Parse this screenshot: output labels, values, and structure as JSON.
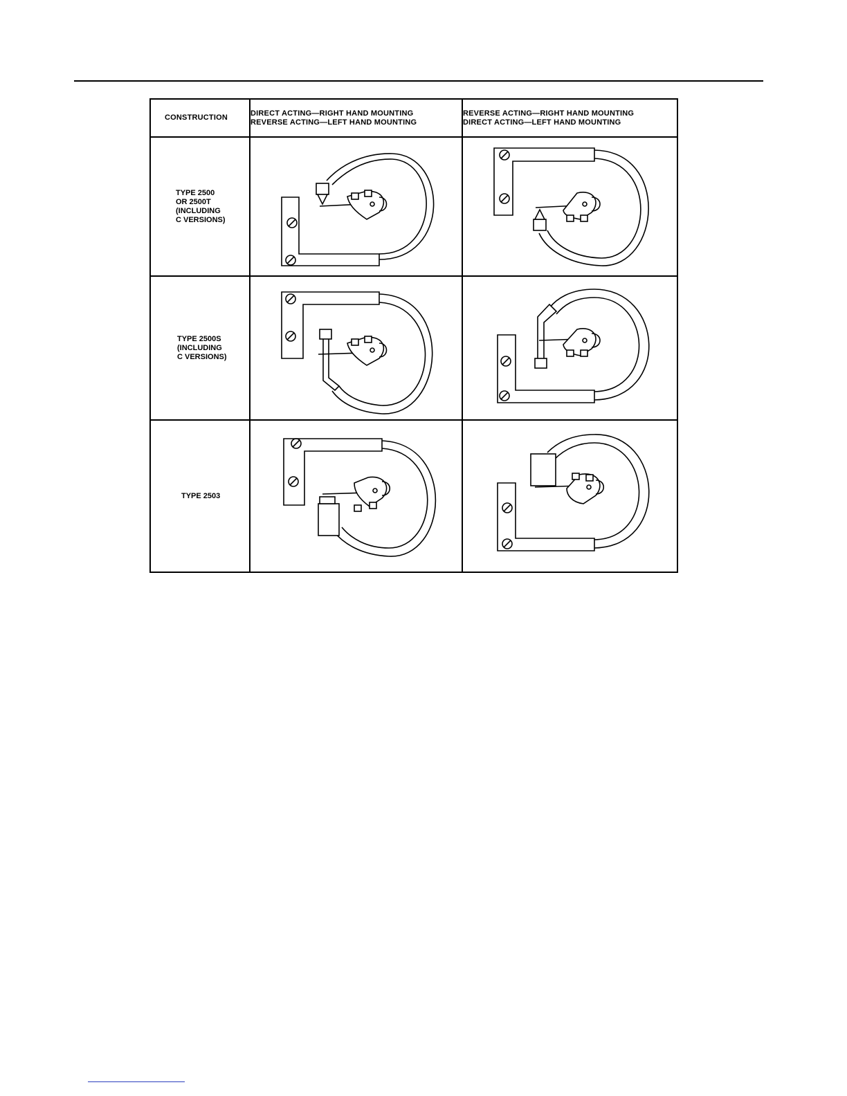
{
  "table": {
    "header": {
      "construction": "CONSTRUCTION",
      "col1_line1": "DIRECT ACTING—RIGHT HAND MOUNTING",
      "col1_line2": "REVERSE ACTING—LEFT HAND MOUNTING",
      "col2_line1": "REVERSE ACTING—RIGHT HAND MOUNTING",
      "col2_line2": "DIRECT ACTING—LEFT HAND MOUNTING"
    },
    "rows": [
      {
        "label": "TYPE 2500\nOR 2500T\n(INCLUDING\nC VERSIONS)"
      },
      {
        "label": "TYPE 2500S\n(INCLUDING\nC VERSIONS)"
      },
      {
        "label": "TYPE 2503"
      }
    ]
  }
}
